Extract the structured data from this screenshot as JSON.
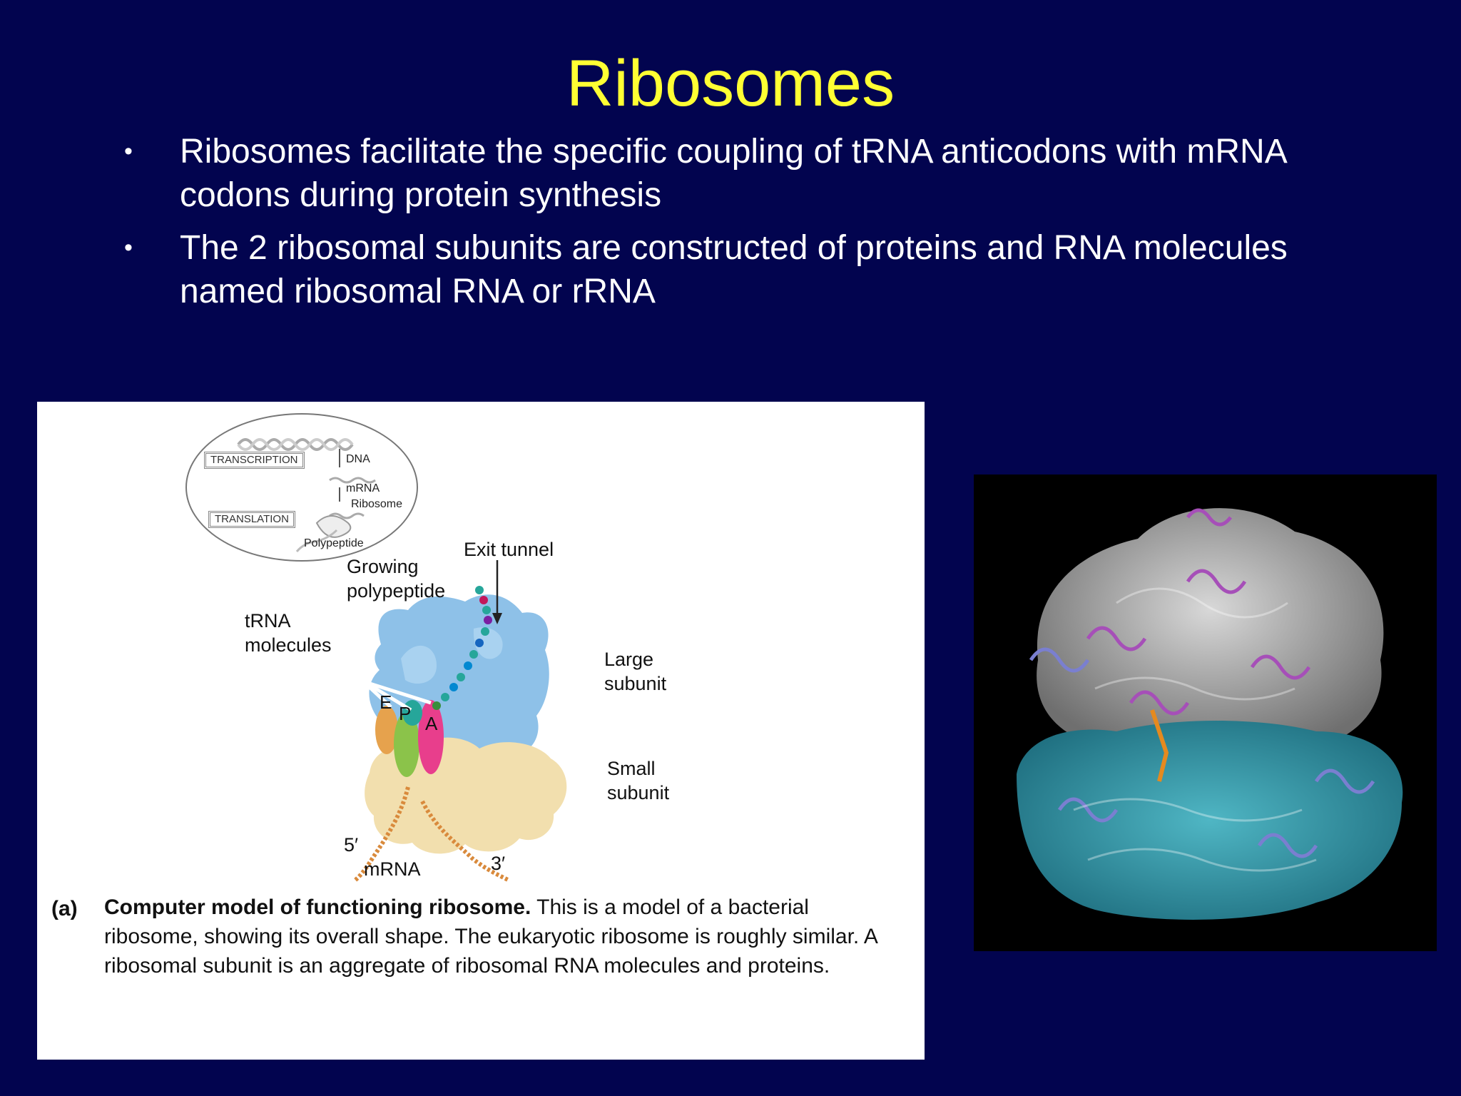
{
  "slide": {
    "title": "Ribosomes",
    "bullets": [
      "Ribosomes facilitate the specific coupling of tRNA anticodons with mRNA codons during protein synthesis",
      "The 2 ribosomal subunits are constructed of proteins and RNA molecules named ribosomal RNA or rRNA"
    ],
    "bullet_symbol": "•"
  },
  "figure": {
    "inset": {
      "transcription": "TRANSCRIPTION",
      "translation": "TRANSLATION",
      "dna": "DNA",
      "mrna": "mRNA",
      "ribosome": "Ribosome",
      "polypeptide": "Polypeptide"
    },
    "labels": {
      "growing_line1": "Growing",
      "growing_line2": "polypeptide",
      "exit_tunnel": "Exit tunnel",
      "trna_line1": "tRNA",
      "trna_line2": "molecules",
      "large_line1": "Large",
      "large_line2": "subunit",
      "small_line1": "Small",
      "small_line2": "subunit",
      "five_prime": "5′",
      "three_prime": "3′",
      "mrna": "mRNA",
      "site_e": "E",
      "site_p": "P",
      "site_a": "A"
    },
    "caption": {
      "tag": "(a)",
      "title": "Computer model of functioning ribosome.",
      "text": " This is a model of a bacterial ribosome, showing its overall shape. The eukaryotic ribosome is roughly similar. A ribosomal subunit is an aggregate of ribosomal RNA molecules and proteins."
    }
  },
  "colors": {
    "background": "#02044f",
    "title": "#ffff33",
    "large_subunit": "#8ec1e8",
    "small_subunit": "#f2dfae",
    "site_e": "#e6a24d",
    "site_p": "#8bc34a",
    "site_a": "#e83e8c"
  }
}
